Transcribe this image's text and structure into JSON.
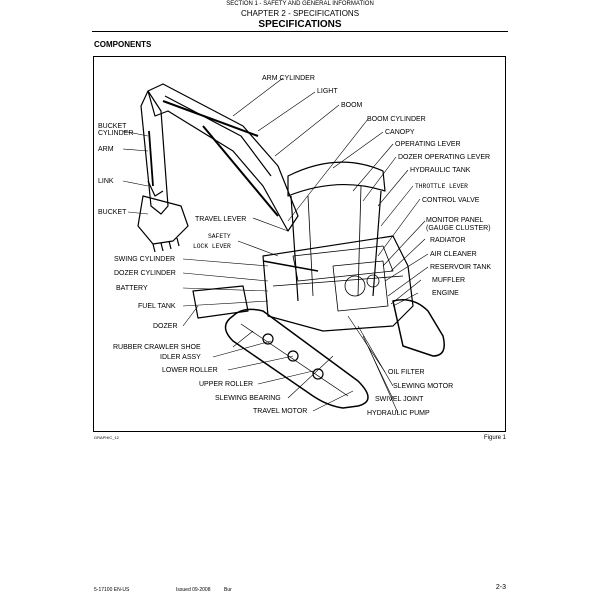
{
  "header": {
    "section": "SECTION 1 - SAFETY AND GENERAL INFORMATION",
    "chapter": "CHAPTER 2 - SPECIFICATIONS",
    "title": "SPECIFICATIONS"
  },
  "section_heading": "COMPONENTS",
  "figure": {
    "labels": {
      "arm_cylinder": "ARM CYLINDER",
      "light": "LIGHT",
      "boom": "BOOM",
      "boom_cylinder": "BOOM CYLINDER",
      "canopy": "CANOPY",
      "operating_lever": "OPERATING LEVER",
      "dozer_operating_lever": "DOZER OPERATING LEVER",
      "hydraulic_tank": "HYDRAULIC TANK",
      "throttle_lever": "THROTTLE LEVER",
      "control_valve": "CONTROL VALVE",
      "monitor_panel": "MONITOR PANEL",
      "gauge_cluster": "(GAUGE CLUSTER)",
      "radiator": "RADIATOR",
      "air_cleaner": "AIR CLEANER",
      "reservoir_tank": "RESERVOIR TANK",
      "muffler": "MUFFLER",
      "engine": "ENGINE",
      "bucket_cylinder_1": "BUCKET",
      "bucket_cylinder_2": "CYLINDER",
      "arm": "ARM",
      "link": "LINK",
      "bucket": "BUCKET",
      "travel_lever": "TRAVEL LEVER",
      "safety_lock_1": "SAFETY",
      "safety_lock_2": "LOCK LEVER",
      "swing_cylinder": "SWING CYLINDER",
      "dozer_cylinder": "DOZER CYLINDER",
      "battery": "BATTERY",
      "fuel_tank": "FUEL TANK",
      "dozer": "DOZER",
      "rubber_crawler_shoe": "RUBBER CRAWLER SHOE",
      "idler_assy": "IDLER ASSY",
      "lower_roller": "LOWER ROLLER",
      "upper_roller": "UPPER ROLLER",
      "slewing_bearing": "SLEWING BEARING",
      "travel_motor": "TRAVEL MOTOR",
      "oil_filter": "OIL FILTER",
      "slewing_motor": "SLEWING MOTOR",
      "swivel_joint": "SWIVEL JOINT",
      "hydraulic_pump": "HYDRAULIC PUMP"
    },
    "graphic_code": "GRAPHIC_12",
    "caption": "Figure 1"
  },
  "footer": {
    "doc_number": "5-17100 EN-US",
    "issued": "Issued 09-2008",
    "lang": "Bur",
    "page": "2-3"
  }
}
